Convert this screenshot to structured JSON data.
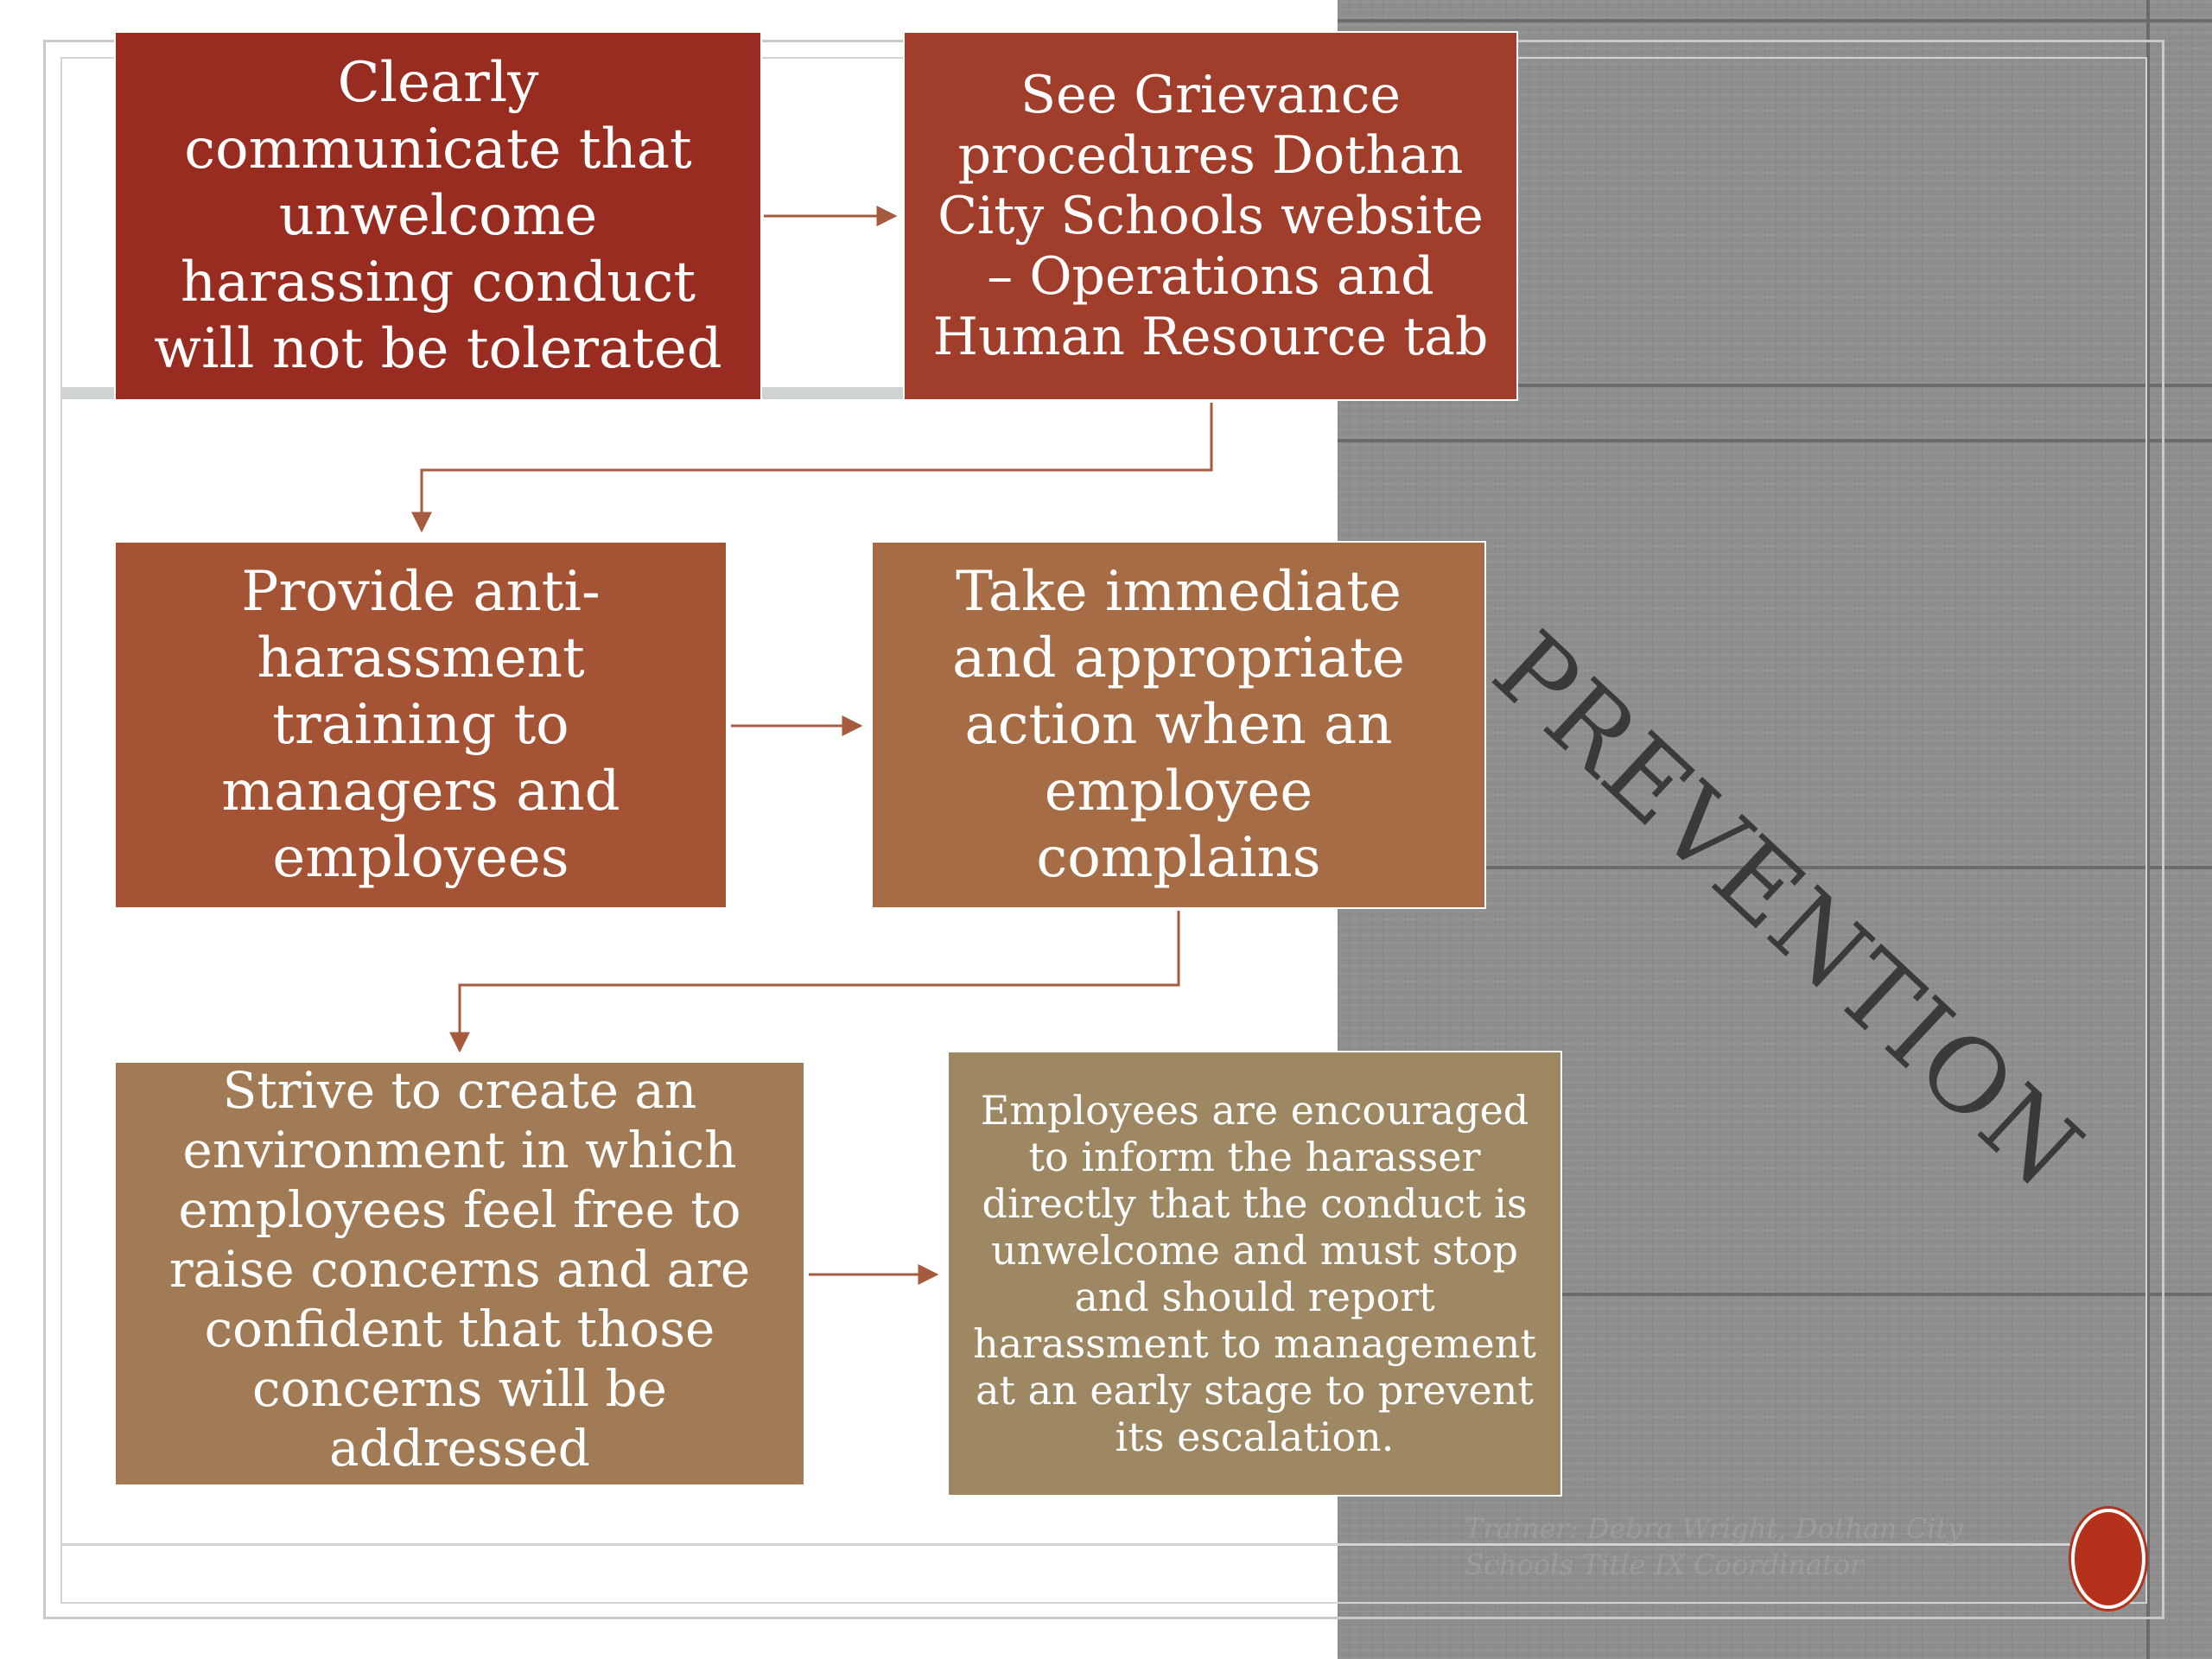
{
  "slide": {
    "title": "PREVENTION",
    "footer": "Trainer: Debra Wright, Dothan City Schools Title IX Coordinator",
    "colors": {
      "panel_gray": "#8e8e8e",
      "box_1": "#992c20",
      "box_2": "#a03d2b",
      "box_3": "#a45335",
      "box_4": "#a66c45",
      "box_5": "#a17b55",
      "box_6": "#9e8763",
      "badge": "#b5311c"
    }
  },
  "flow": {
    "steps": [
      {
        "lines": [
          "Clearly",
          "communicate that",
          "unwelcome",
          "harassing conduct",
          "will not be tolerated"
        ]
      },
      {
        "lines": [
          "See Grievance",
          "procedures Dothan",
          "City Schools website",
          "– Operations and",
          "Human Resource tab"
        ]
      },
      {
        "lines": [
          "Provide anti-",
          "harassment",
          "training to",
          "managers and",
          "employees"
        ]
      },
      {
        "lines": [
          "Take immediate",
          "and appropriate",
          "action when an",
          "employee",
          "complains"
        ]
      },
      {
        "lines": [
          "Strive to create an",
          "environment in which",
          "employees feel free to",
          "raise concerns and are",
          "confident that those",
          "concerns will be",
          "addressed"
        ]
      },
      {
        "lines": [
          "Employees are encouraged",
          "to inform the harasser",
          "directly that the conduct is",
          "unwelcome and must stop",
          "and should report",
          "harassment to management",
          "at an early stage to prevent",
          "its escalation."
        ]
      }
    ]
  }
}
